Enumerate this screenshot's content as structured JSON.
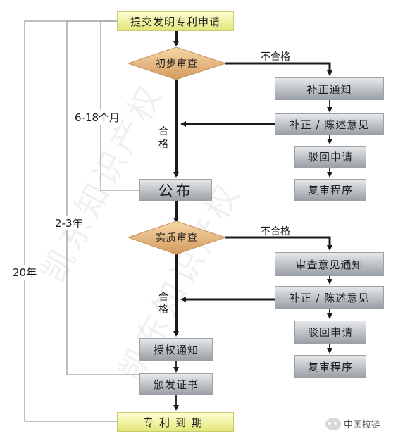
{
  "nodes": {
    "submit": "提交发明专利申请",
    "prelim": "初步审查",
    "correct_notice": "补正通知",
    "correct_opinion_1": "补正 / 陈述意见",
    "reject_1": "驳回申请",
    "review_1": "复审程序",
    "publish": "公布",
    "substantive": "实质审查",
    "exam_notice": "审查意见通知",
    "correct_opinion_2": "补正 / 陈述意见",
    "reject_2": "驳回申请",
    "review_2": "复审程序",
    "grant_notice": "授权通知",
    "issue_cert": "颁发证书",
    "expire": "专利到期"
  },
  "labels": {
    "fail_1": "不合格",
    "pass_1": "合格",
    "fail_2": "不合格",
    "pass_2": "合格"
  },
  "spans": {
    "span_6_18": "6-18个月",
    "span_2_3": "2-3年",
    "span_20": "20年"
  },
  "watermark": "凯东知识产权",
  "badge": {
    "text": "中国拉链",
    "icon": "wechat-icon"
  },
  "colors": {
    "node_fill": "#b8bcc0",
    "terminal_fill": "#eef0a8",
    "decision_fill": "#e0a870",
    "arrow": "#1a1a1a",
    "bracket": "#9a9a9a"
  }
}
